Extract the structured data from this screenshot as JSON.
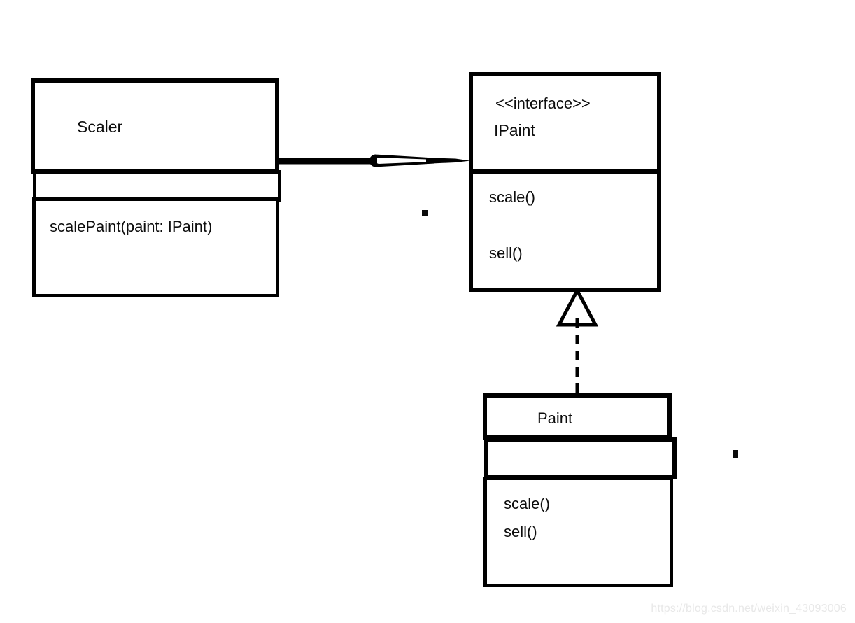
{
  "diagram": {
    "type": "uml-class-diagram",
    "background_color": "#ffffff",
    "stroke_color": "#000000",
    "watermark_color": "#e8e8e8",
    "classes": {
      "scaler": {
        "name": "Scaler",
        "attributes": [],
        "methods": [
          "scalePaint(paint: IPaint)"
        ]
      },
      "ipaint": {
        "stereotype": "<<interface>>",
        "name": "IPaint",
        "methods": [
          "scale()",
          "sell()"
        ]
      },
      "paint": {
        "name": "Paint",
        "attributes": [],
        "methods": [
          "scale()",
          "sell()"
        ]
      }
    },
    "relations": [
      {
        "from": "Scaler",
        "to": "IPaint",
        "kind": "association"
      },
      {
        "from": "Paint",
        "to": "IPaint",
        "kind": "realization"
      }
    ],
    "watermark": "https://blog.csdn.net/weixin_43093006"
  }
}
